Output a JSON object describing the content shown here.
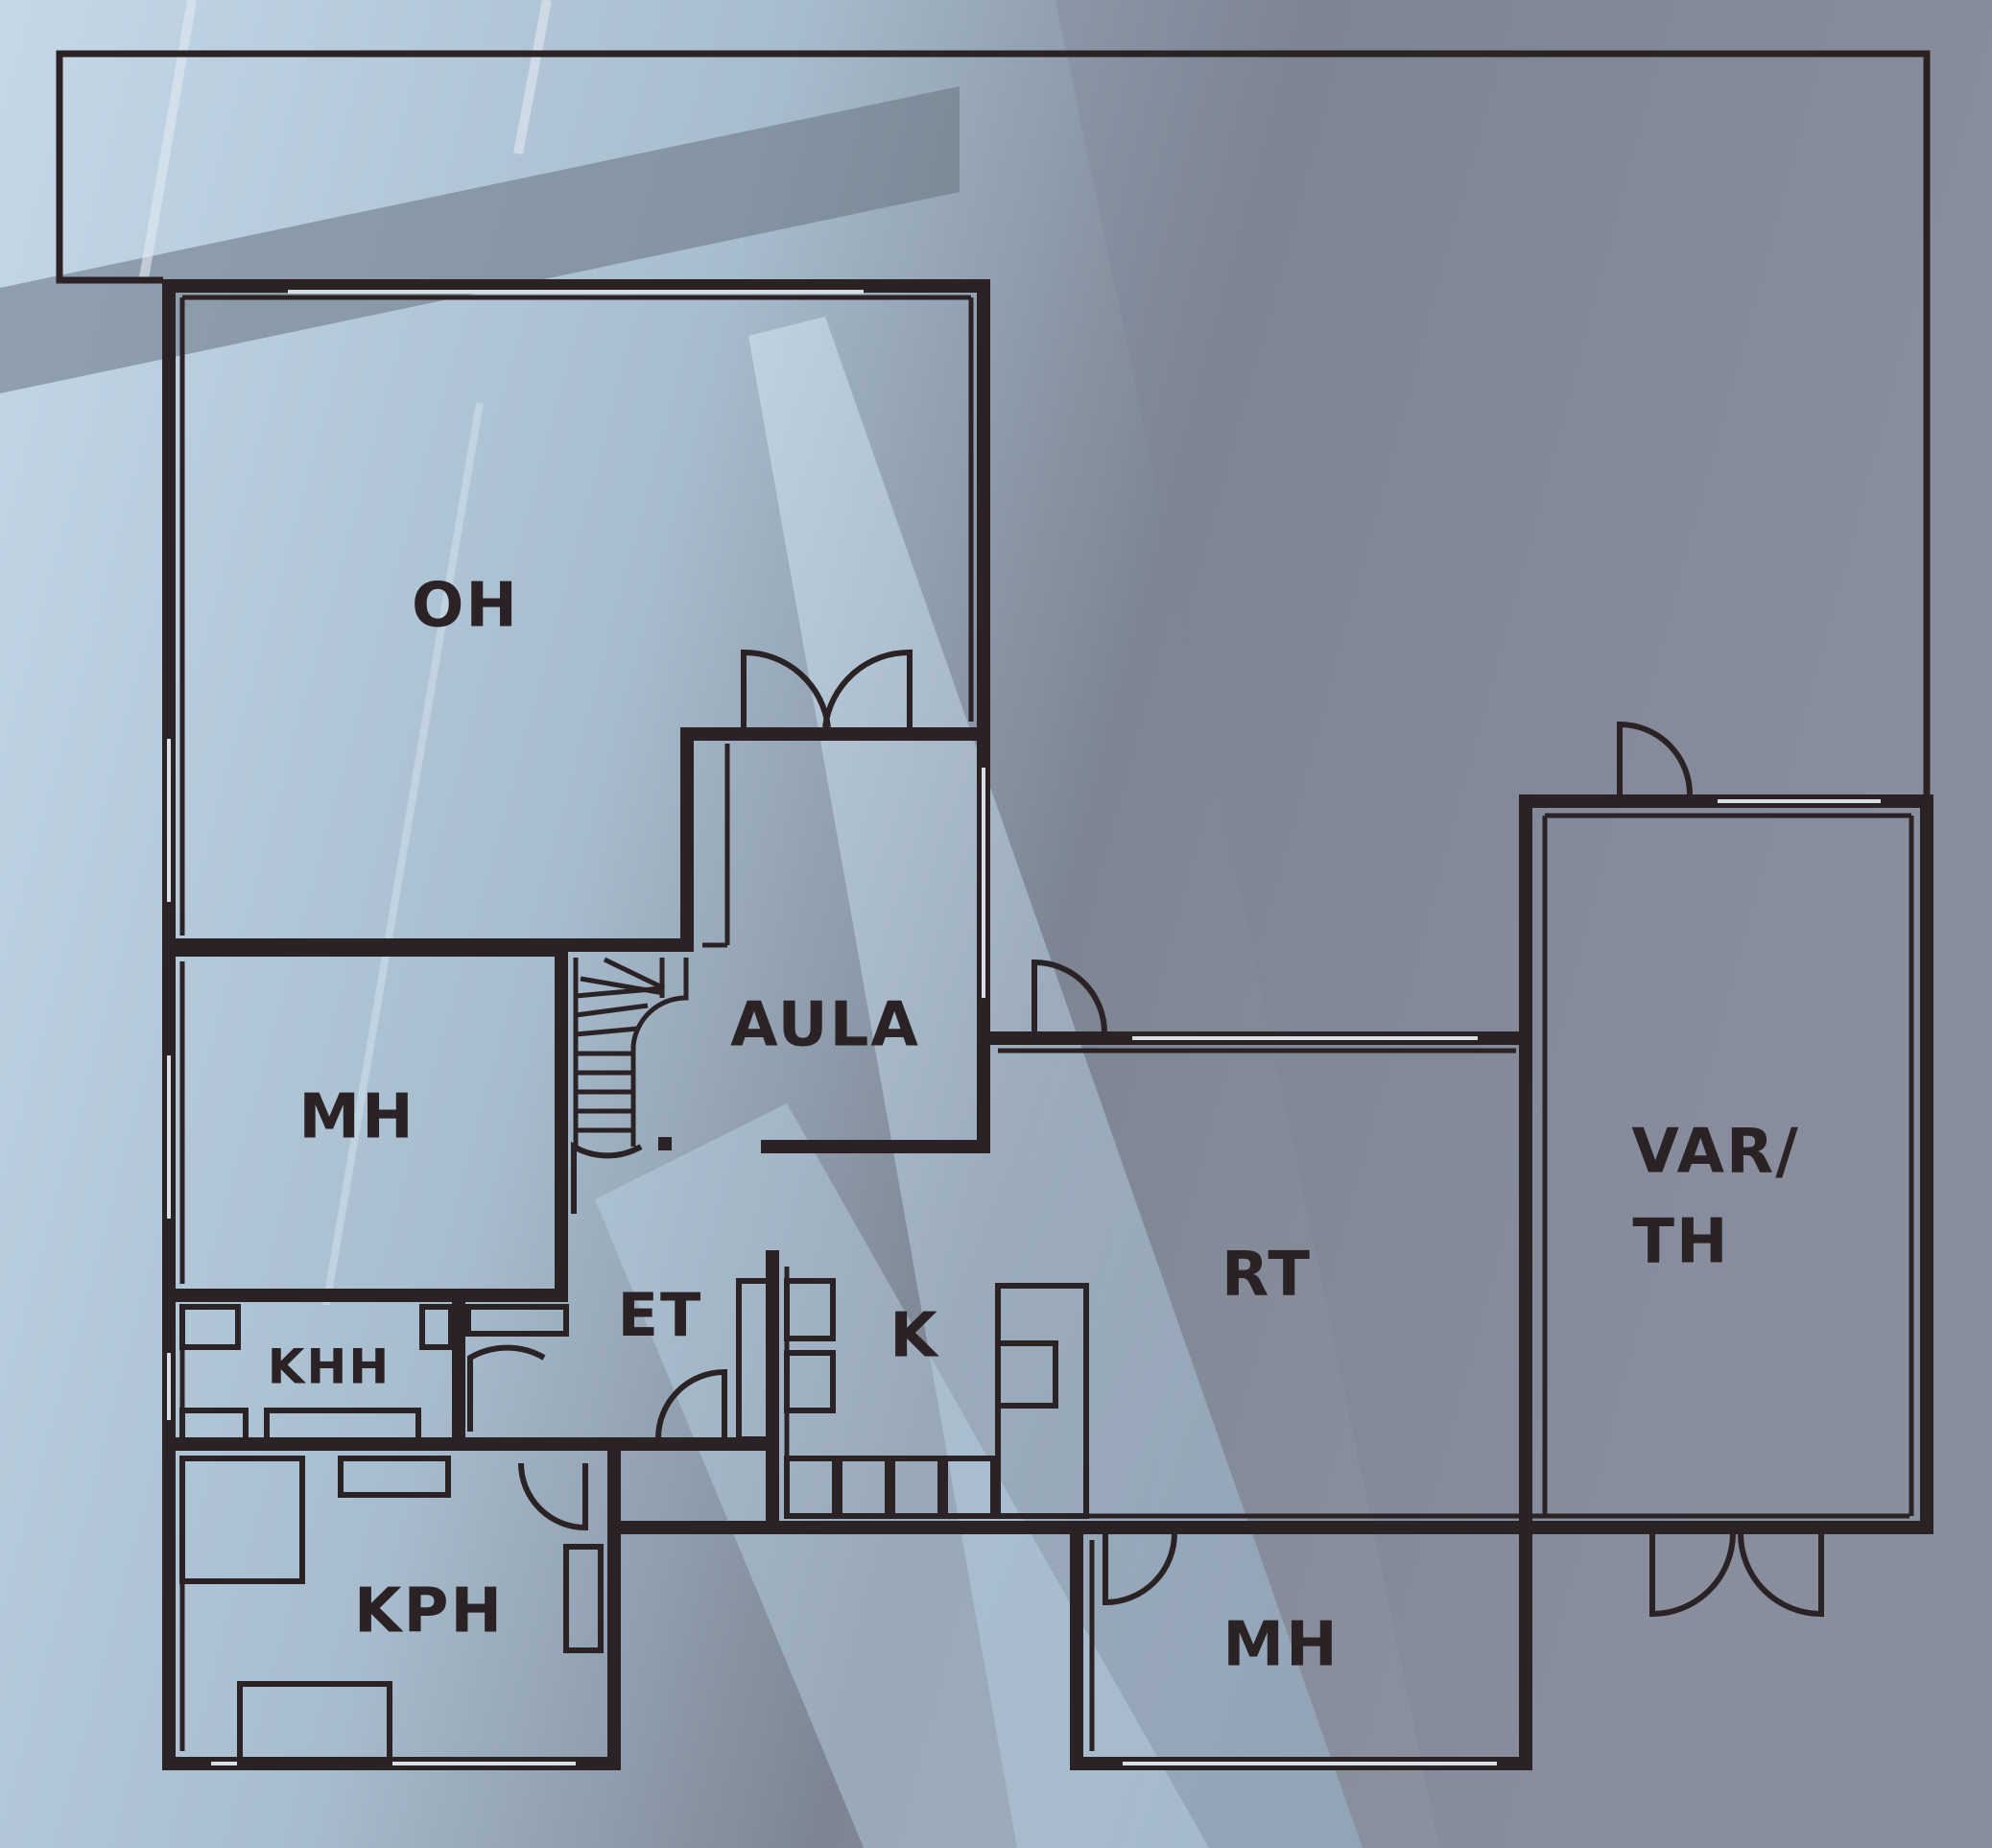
{
  "colors": {
    "line": "#2a2224",
    "window": "#d9dde4",
    "text": "#2a2224",
    "bg_light": "#c4d8e8",
    "bg_mid": "#a7bccd",
    "bg_dark": "#7d8593",
    "bg_right": "#8f94a2"
  },
  "rooms": {
    "oh": "OH",
    "mh_left": "MH",
    "aula": "AULA",
    "et": "ET",
    "khh": "KHH",
    "kph": "KPH",
    "k": "K",
    "rt": "RT",
    "var_th_line1": "VAR/",
    "var_th_line2": "TH",
    "mh_bottom": "MH"
  }
}
